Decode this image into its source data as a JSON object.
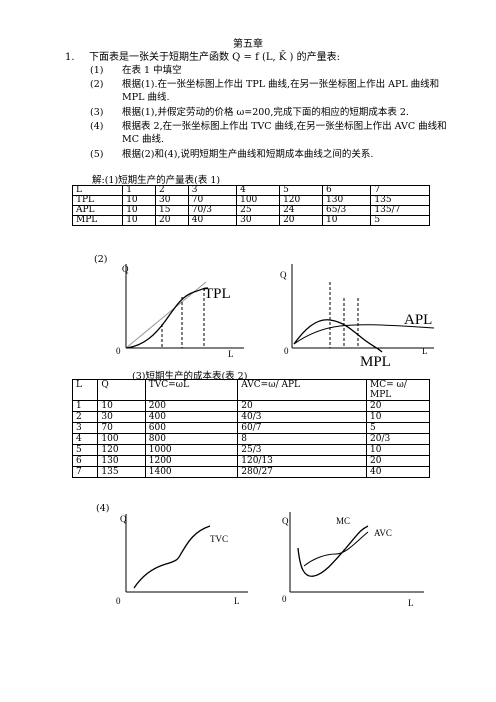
{
  "title": "第五章",
  "question": {
    "number": "1.",
    "text": "下面表是一张关于短期生产函数 Q = f (L, K̄ ) 的产量表:",
    "items": [
      {
        "n": "(1)",
        "text": "在表 1 中填空"
      },
      {
        "n": "(2)",
        "text": "根据(1).在一张坐标图上作出 TPL 曲线,在另一张坐标图上作出 APL 曲线和 MPL 曲线."
      },
      {
        "n": "(3)",
        "text": "根据(1),并假定劳动的价格 ω=200,完成下面的相应的短期成本表 2."
      },
      {
        "n": "(4)",
        "text": "根据表 2,在一张坐标图上作出 TVC 曲线,在另一张坐标图上作出 AVC 曲线和 MC 曲线."
      },
      {
        "n": "(5)",
        "text": "根据(2)和(4),说明短期生产曲线和短期成本曲线之间的关系."
      }
    ]
  },
  "answer": {
    "table1_caption": "解:(1)短期生产的产量表(表 1)",
    "table1": {
      "rows": [
        [
          "L",
          "1",
          "2",
          "3",
          "4",
          "5",
          "6",
          "7"
        ],
        [
          "TPL",
          "10",
          "30",
          "70",
          "100",
          "120",
          "130",
          "135"
        ],
        [
          "APL",
          "10",
          "15",
          "70/3",
          "25",
          "24",
          "65/3",
          "135/7"
        ],
        [
          "MPL",
          "10",
          "20",
          "40",
          "30",
          "20",
          "10",
          "5"
        ]
      ]
    },
    "part2_label": "(2)",
    "graph_tp": {
      "y_label": "Q",
      "x_label": "L",
      "origin": "0",
      "curve_label": "TPL"
    },
    "graph_ap": {
      "y_label": "Q",
      "x_label": "L",
      "origin": "0",
      "ap_label": "APL",
      "mp_label": "MPL"
    },
    "table2_caption": "(3)短期生产的成本表(表 2)",
    "table2": {
      "header": [
        "L",
        "Q",
        "TVC=ωL",
        "AVC=ω/ APL",
        "MC= ω/ MPL"
      ],
      "rows": [
        [
          "1",
          "10",
          "200",
          "20",
          "20"
        ],
        [
          "2",
          "30",
          "400",
          "40/3",
          "10"
        ],
        [
          "3",
          "70",
          "600",
          "60/7",
          "5"
        ],
        [
          "4",
          "100",
          "800",
          "8",
          "20/3"
        ],
        [
          "5",
          "120",
          "1000",
          "25/3",
          "10"
        ],
        [
          "6",
          "130",
          "1200",
          "120/13",
          "20"
        ],
        [
          "7",
          "135",
          "1400",
          "280/27",
          "40"
        ]
      ]
    },
    "part4_label": "(4)",
    "graph_tvc": {
      "y_label": "Q",
      "x_label": "L",
      "origin": "0",
      "curve_label": "TVC"
    },
    "graph_cost": {
      "y_label": "Q",
      "x_label": "L",
      "origin": "0",
      "mc_label": "MC",
      "avc_label": "AVC"
    }
  }
}
